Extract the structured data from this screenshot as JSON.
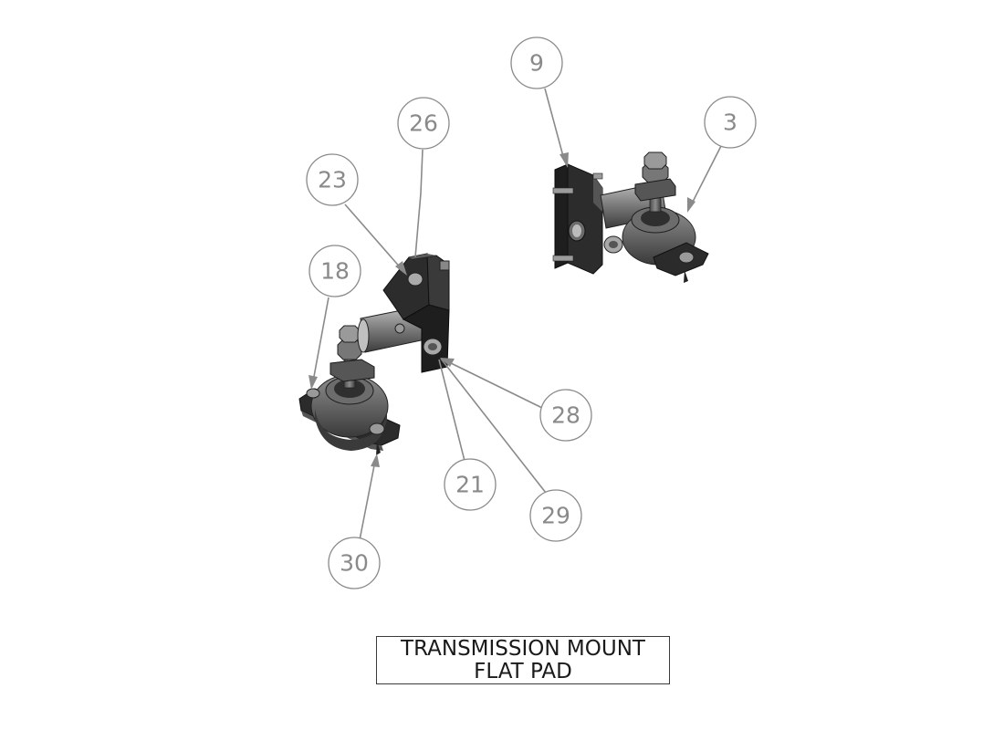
{
  "drawing": {
    "title_line1": "TRANSMISSION MOUNT",
    "title_line2": "FLAT PAD"
  },
  "balloons": [
    {
      "id": "b9",
      "label": "9"
    },
    {
      "id": "b3",
      "label": "3"
    },
    {
      "id": "b26",
      "label": "26"
    },
    {
      "id": "b23",
      "label": "23"
    },
    {
      "id": "b18",
      "label": "18"
    },
    {
      "id": "b28",
      "label": "28"
    },
    {
      "id": "b21",
      "label": "21"
    },
    {
      "id": "b29",
      "label": "29"
    },
    {
      "id": "b30",
      "label": "30"
    }
  ],
  "colors": {
    "part_dark": "#2a2a2a",
    "part_mid": "#5a5a5a",
    "part_light": "#9a9a9a",
    "balloon": "#8a8a8a",
    "title_border": "#3a3a3a"
  }
}
